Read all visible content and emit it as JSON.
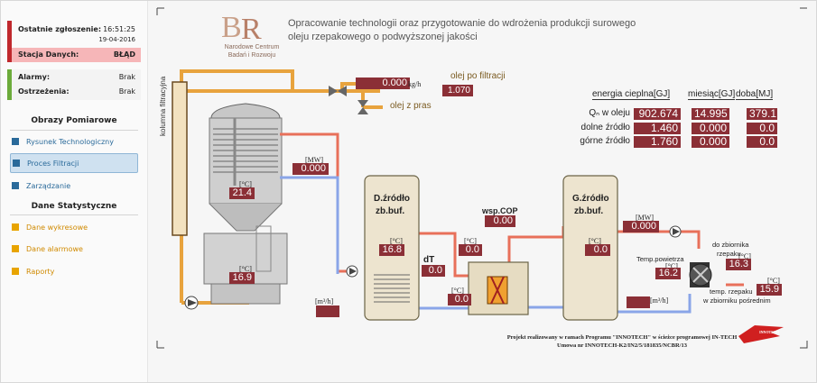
{
  "status": {
    "last_report_label": "Ostatnie zgłoszenie:",
    "last_report_time": "16:51:25",
    "last_report_date": "19-04-2016",
    "station_label": "Stacja Danych:",
    "station_value": "BŁĄD",
    "alarms_label": "Alarmy:",
    "alarms_value": "Brak",
    "warnings_label": "Ostrzeżenia:",
    "warnings_value": "Brak",
    "colors": {
      "error": "#c0282d",
      "error_bg": "#f6b6b8",
      "ok": "#6cab3b",
      "ok_bg": "#cfe5b8"
    }
  },
  "nav": {
    "section1_title": "Obrazy Pomiarowe",
    "items1": [
      {
        "label": "Rysunek Technologiczny",
        "icon": "chart-icon"
      },
      {
        "label": "Proces Filtracji",
        "icon": "chart-icon"
      },
      {
        "label": "Zarządzanie",
        "icon": "chart-icon"
      }
    ],
    "section2_title": "Dane Statystyczne",
    "items2": [
      {
        "label": "Dane wykresowe",
        "icon": "bar-chart-icon"
      },
      {
        "label": "Dane alarmowe",
        "icon": "bar-chart-icon"
      },
      {
        "label": "Raporty",
        "icon": "bar-chart-icon"
      }
    ]
  },
  "header": {
    "logo_line1": "Narodowe Centrum",
    "logo_line2": "Badań i Rozwoju",
    "title": "Opracowanie technologii oraz przygotowanie do wdrożenia produkcji surowego oleju rzepakowego o podwyższonej jakości"
  },
  "diagram": {
    "column_label": "kolumna filtracyjna",
    "flow_value": "0.000",
    "flow_unit": "kg/h",
    "filtered_oil_label": "olej po filtracji",
    "filtered_oil_value": "1.070",
    "press_oil_label": "olej z pras",
    "tank_power_unit": "[MW]",
    "tank_power_value": "0.000",
    "tank_temp_top_unit": "[°C]",
    "tank_temp_top": "21.4",
    "tank_temp_bottom_unit": "[°C]",
    "tank_temp_bottom": "16.9",
    "flow_left_unit": "[m³/h]",
    "lower_source_label1": "D.źródło",
    "lower_source_label2": "zb.buf.",
    "lower_source_temp_unit": "[°C]",
    "lower_source_temp": "16.8",
    "dt_label": "dT",
    "dt_value": "0.0",
    "t_hp_in_unit": "[°C]",
    "t_hp_in": "0.0",
    "t_hp_out_unit": "[°C]",
    "t_hp_out": "0.0",
    "cop_label": "wsp.COP",
    "cop_value": "0.00",
    "upper_source_label1": "G.źródło",
    "upper_source_label2": "zb.buf.",
    "upper_source_temp_unit": "[°C]",
    "upper_source_temp": "0.0",
    "right_power_unit": "[MW]",
    "right_power_value": "0.000",
    "air_temp_label": "Temp.powietrza",
    "air_temp_unit": "[°C]",
    "air_temp": "16.2",
    "to_tank_label1": "do zbiornika",
    "to_tank_label2": "rzepaku",
    "to_tank_unit": "[°C]",
    "to_tank_temp": "16.3",
    "rapeseed_label1": "temp. rzepaku",
    "rapeseed_label2": "w zbiorniku pośrednim",
    "rapeseed_unit": "[°C]",
    "rapeseed_temp": "15.9",
    "flow_right_unit": "[m³/h]"
  },
  "energy_table": {
    "headers": [
      "energia cieplna[GJ]",
      "miesiąc[GJ]",
      "doba[MJ]"
    ],
    "rows": [
      {
        "label": "Qₙ w oleju",
        "values": [
          "902.674",
          "14.995",
          "379.1"
        ]
      },
      {
        "label": "dolne źródło",
        "values": [
          "1.460",
          "0.000",
          "0.0"
        ]
      },
      {
        "label": "górne źródło",
        "values": [
          "1.760",
          "0.000",
          "0.0"
        ]
      }
    ]
  },
  "footer": {
    "line1": "Projekt realizowany w ramach Programu \"INNOTECH\" w ścieżce programowej IN-TECH",
    "line2": "Umowa nr INNOTECH-K2/IN2/5/181835/NCBR/13",
    "logo_text": "INNOTECH"
  }
}
